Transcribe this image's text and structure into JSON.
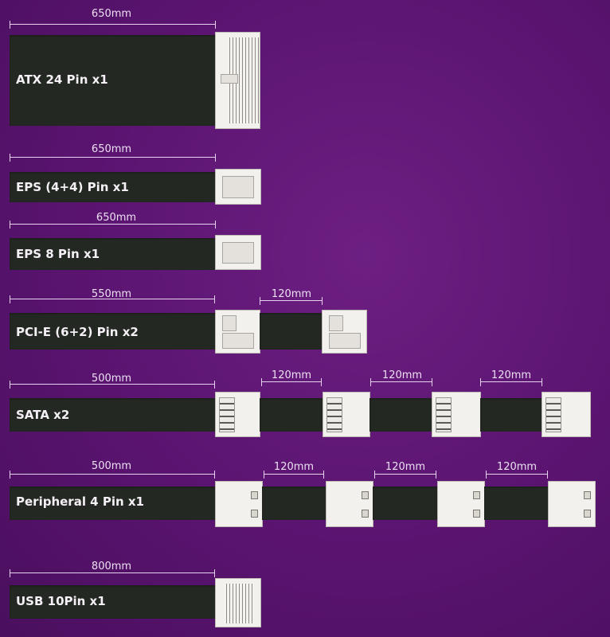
{
  "cables": [
    {
      "name": "ATX 24 Pin x1",
      "length": "650mm",
      "extensions": []
    },
    {
      "name": "EPS (4+4) Pin x1",
      "length": "650mm",
      "extensions": []
    },
    {
      "name": "EPS 8 Pin x1",
      "length": "650mm",
      "extensions": []
    },
    {
      "name": "PCI-E (6+2) Pin x2",
      "length": "550mm",
      "extensions": [
        "120mm"
      ]
    },
    {
      "name": "SATA x2",
      "length": "500mm",
      "extensions": [
        "120mm",
        "120mm",
        "120mm"
      ]
    },
    {
      "name": "Peripheral 4 Pin x1",
      "length": "500mm",
      "extensions": [
        "120mm",
        "120mm",
        "120mm"
      ]
    },
    {
      "name": "USB 10Pin x1",
      "length": "800mm",
      "extensions": []
    }
  ],
  "colors": {
    "background": "#5a1470",
    "cable": "#242822",
    "connector": "#f3f1ee"
  }
}
